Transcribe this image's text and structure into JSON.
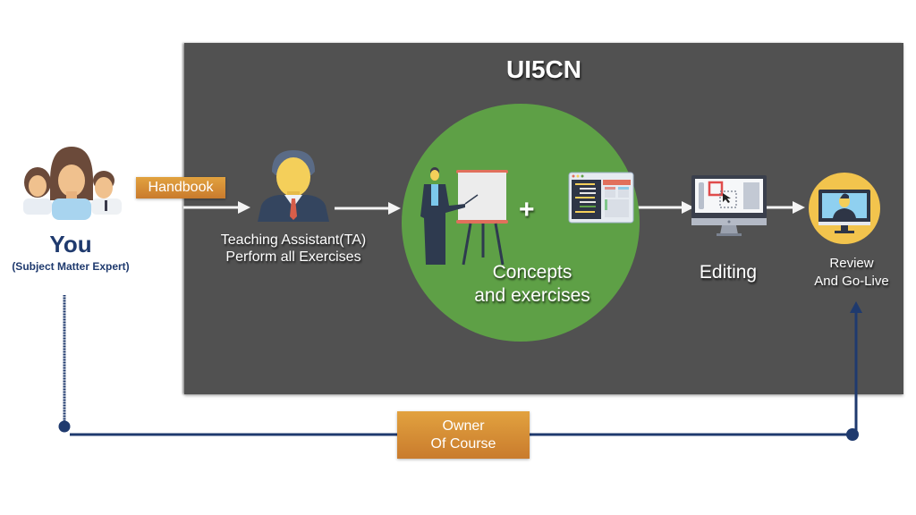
{
  "title": "UI5CN",
  "you": {
    "label": "You",
    "sublabel": "(Subject Matter Expert)",
    "icon": "team-people-icon"
  },
  "handbook": {
    "label": "Handbook",
    "color": "#d6893a"
  },
  "ta": {
    "line1": "Teaching Assistant(TA)",
    "line2": "Perform all Exercises",
    "icon": "businessman-icon"
  },
  "concepts": {
    "line1": "Concepts",
    "line2": "and exercises",
    "plus": "+",
    "color": "#5ea046",
    "icons": [
      "presenter-whiteboard-icon",
      "code-window-icon"
    ]
  },
  "editing": {
    "label": "Editing",
    "icon": "editing-monitor-icon"
  },
  "review": {
    "line1": "Review",
    "line2": "And Go-Live",
    "icon": "review-monitor-icon",
    "color": "#f2c44d"
  },
  "owner": {
    "line1": "Owner",
    "line2": "Of Course"
  },
  "colors": {
    "panel": "#515151",
    "connector": "#1f3a6e",
    "badge": "#d6893a"
  }
}
